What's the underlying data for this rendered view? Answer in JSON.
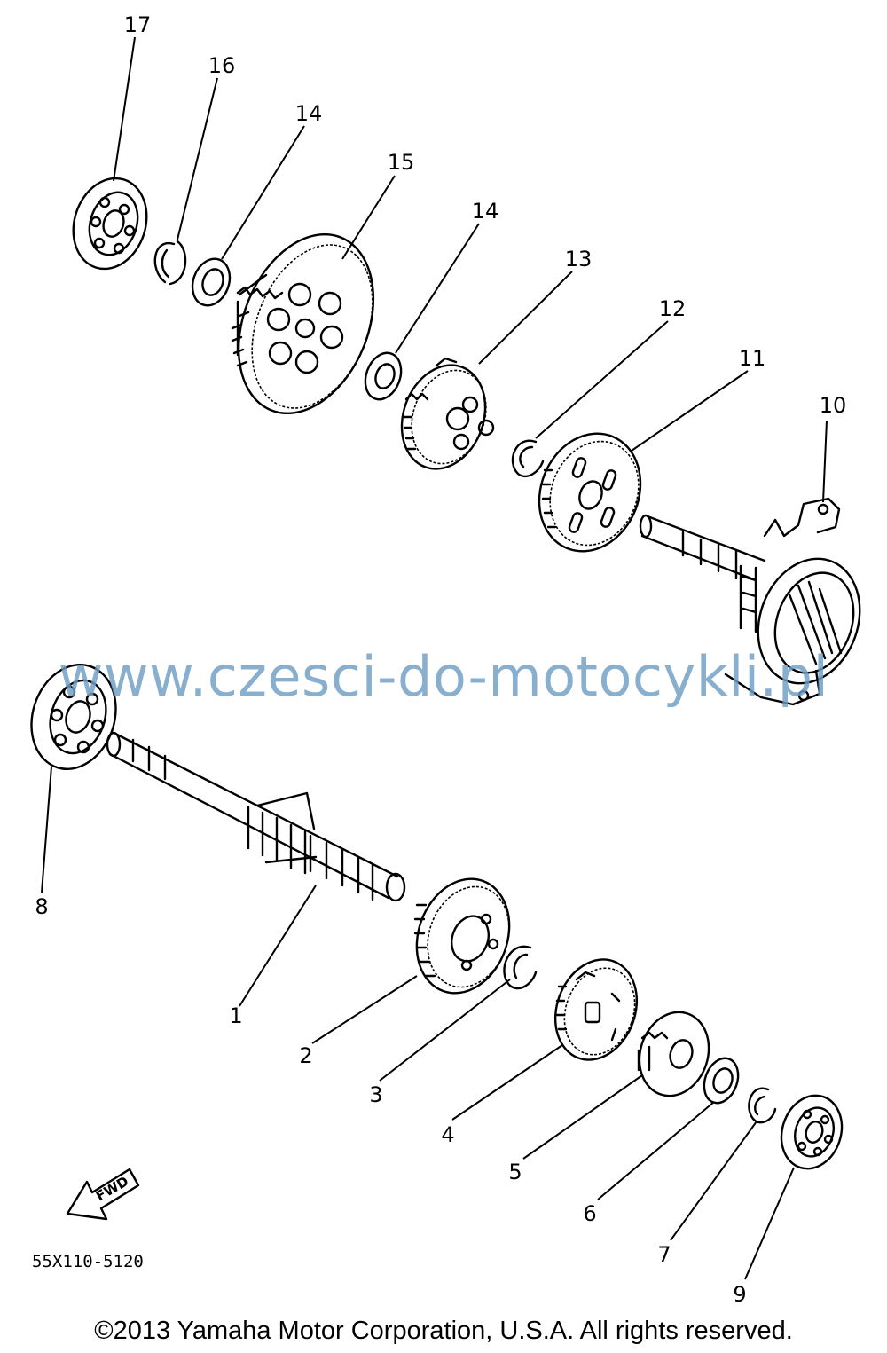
{
  "diagram": {
    "part_numbers": {
      "p1": "1",
      "p2": "2",
      "p3": "3",
      "p4": "4",
      "p5": "5",
      "p6": "6",
      "p7": "7",
      "p8": "8",
      "p9": "9",
      "p10": "10",
      "p11": "11",
      "p12": "12",
      "p13": "13",
      "p14a": "14",
      "p14b": "14",
      "p15": "15",
      "p16": "16",
      "p17": "17"
    },
    "fwd_label": "FWD",
    "drawing_code": "55X110-5120"
  },
  "watermark": "www.czesci-do-motocykli.pl",
  "copyright": "©2013 Yamaha Motor Corporation, U.S.A. All rights reserved."
}
